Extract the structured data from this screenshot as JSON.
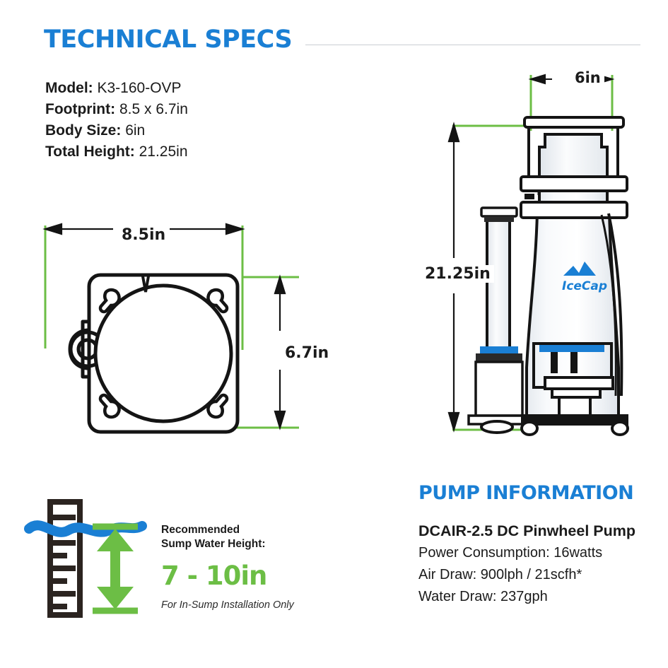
{
  "page": {
    "background": "#ffffff",
    "accent_blue": "#1a7fd4",
    "accent_green": "#6cbe45",
    "ink": "#1b1b1b"
  },
  "technical_specs": {
    "title": "TECHNICAL SPECS",
    "rows": [
      {
        "label": "Model:",
        "value": "K3-160-OVP"
      },
      {
        "label": "Footprint:",
        "value": "8.5 x 6.7in"
      },
      {
        "label": "Body Size:",
        "value": "6in"
      },
      {
        "label": "Total Height:",
        "value": "21.25in"
      }
    ]
  },
  "footprint_drawing": {
    "width_dimension": "8.5in",
    "height_dimension": "6.7in"
  },
  "elevation_drawing": {
    "body_dimension": "6in",
    "total_height_dimension": "21.25in",
    "logo_text": "IceCap"
  },
  "sump": {
    "heading_line1": "Recommended",
    "heading_line2": "Sump Water Height:",
    "range": "7 - 10in",
    "note": "For In-Sump Installation Only"
  },
  "pump_information": {
    "title": "PUMP INFORMATION",
    "model": "DCAIR-2.5 DC Pinwheel Pump",
    "rows": [
      {
        "label": "Power Consumption:",
        "value": "16watts"
      },
      {
        "label": "Air Draw:",
        "value": "900lph / 21scfh*"
      },
      {
        "label": "Water Draw:",
        "value": "237gph"
      }
    ]
  }
}
